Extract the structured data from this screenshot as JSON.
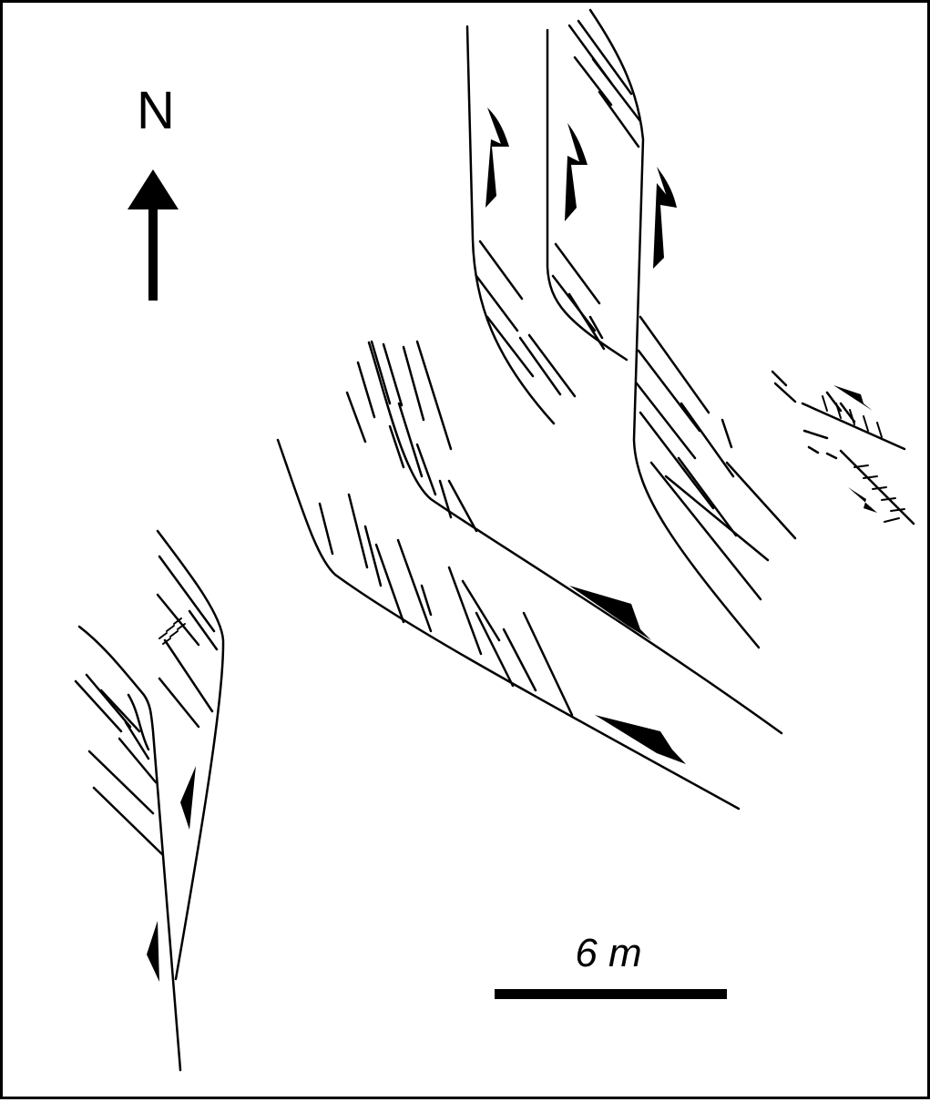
{
  "north_arrow": {
    "label": "N",
    "icon": "north-arrow-icon"
  },
  "scale_bar": {
    "label": "6 m",
    "length_m": 6
  },
  "colors": {
    "line": "#000000",
    "background": "#ffffff"
  },
  "icons": {
    "slip_sense": "half-arrow-icon"
  }
}
